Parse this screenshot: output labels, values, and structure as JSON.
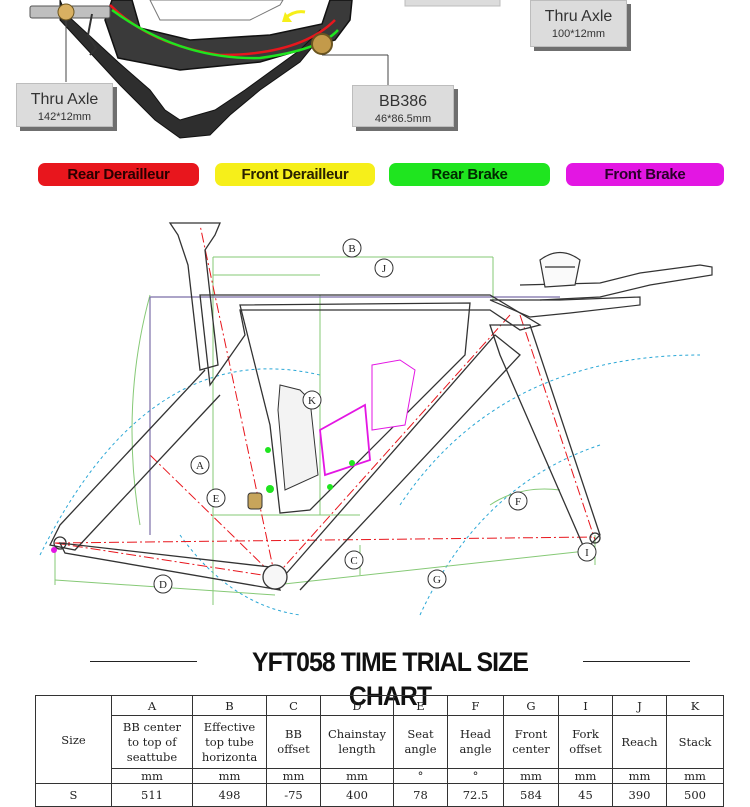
{
  "callouts": {
    "thru_axle_rear": {
      "title": "Thru Axle",
      "sub": "142*12mm"
    },
    "bb": {
      "title": "BB386",
      "sub": "46*86.5mm"
    },
    "thru_axle_front": {
      "title": "Thru Axle",
      "sub": "100*12mm"
    }
  },
  "legend": [
    {
      "label": "Rear Derailleur",
      "bg": "#e8161d",
      "fg": "#2a0000"
    },
    {
      "label": "Front Derailleur",
      "bg": "#f6ef1a",
      "fg": "#2a2200"
    },
    {
      "label": "Rear Brake",
      "bg": "#1fe51f",
      "fg": "#002a00"
    },
    {
      "label": "Front Brake",
      "bg": "#e316e3",
      "fg": "#2a002a"
    }
  ],
  "geometry_labels": [
    "A",
    "B",
    "C",
    "D",
    "E",
    "F",
    "G",
    "I",
    "J",
    "K"
  ],
  "chart_title": "YFT058 TIME TRIAL SIZE CHART",
  "table": {
    "size_header": "Size",
    "letters": [
      "A",
      "B",
      "C",
      "D",
      "E",
      "F",
      "G",
      "I",
      "J",
      "K"
    ],
    "descriptions": [
      [
        "BB center",
        "to top of",
        "seattube"
      ],
      [
        "Effective",
        "top tube",
        "horizonta"
      ],
      [
        "BB",
        "offset"
      ],
      [
        "Chainstay",
        "length"
      ],
      [
        "Seat",
        "angle"
      ],
      [
        "Head",
        "angle"
      ],
      [
        "Front",
        "center"
      ],
      [
        "Fork",
        "offset"
      ],
      [
        "Reach"
      ],
      [
        "Stack"
      ]
    ],
    "units": [
      "mm",
      "mm",
      "mm",
      "mm",
      "°",
      "°",
      "mm",
      "mm",
      "mm",
      "mm"
    ],
    "rows": [
      {
        "size": "S",
        "values": [
          "511",
          "498",
          "-75",
          "400",
          "78",
          "72.5",
          "584",
          "45",
          "390",
          "500"
        ]
      }
    ]
  }
}
